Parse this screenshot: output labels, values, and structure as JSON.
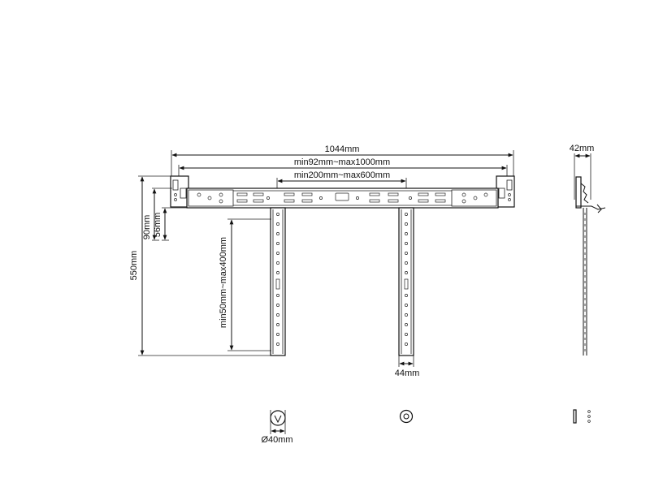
{
  "diagram": {
    "dimensions": {
      "overall_width": "1044mm",
      "arm_span": "min92mm~max1000mm",
      "bracket_span": "min200mm~max600mm",
      "total_height": "550mm",
      "dim_90": "90mm",
      "dim_56": "56mm",
      "vertical_range": "min50mm~max400mm",
      "arm_width": "44mm",
      "side_depth": "42mm",
      "knob_diameter": "Ø40mm"
    },
    "colors": {
      "line": "#111111",
      "background": "#ffffff"
    }
  }
}
